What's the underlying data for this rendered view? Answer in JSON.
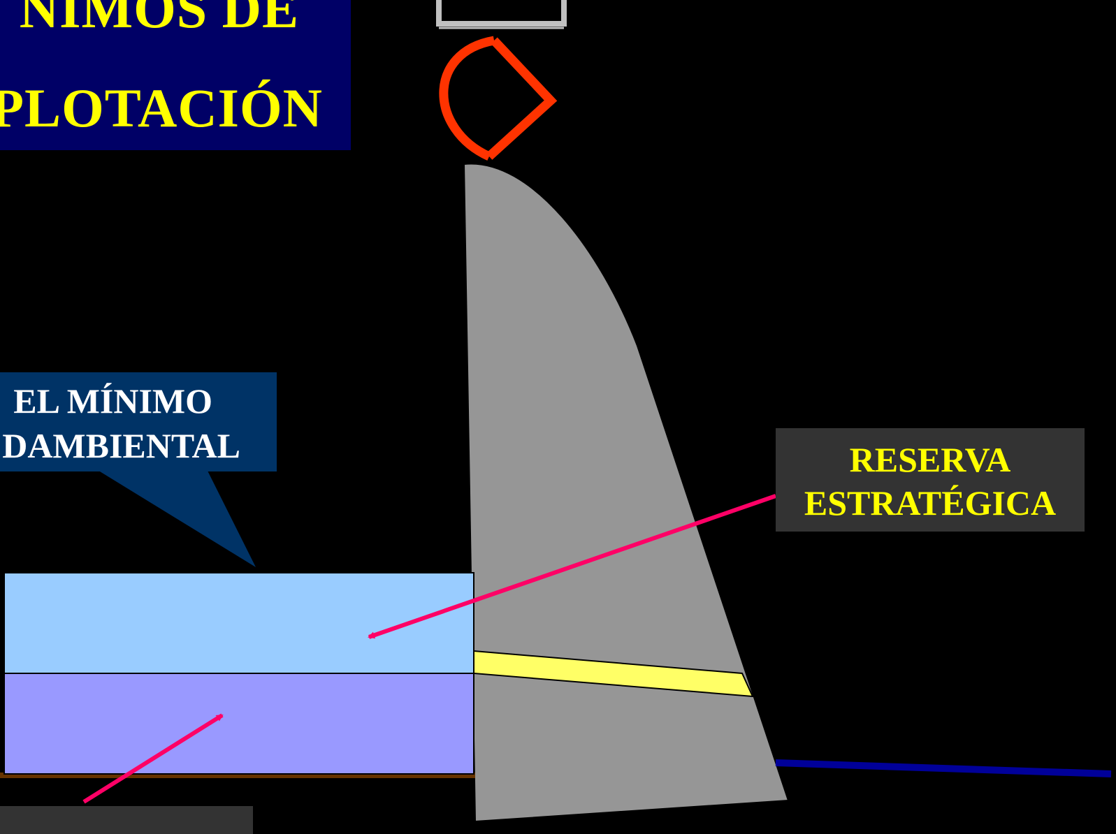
{
  "title": {
    "line1": "NIMOS  DE",
    "line2": "PLOTACIÓN"
  },
  "callout": {
    "line1": "EL   MÍNIMO",
    "line2": "DAMBIENTAL"
  },
  "reserve_label": {
    "line1": "RESERVA",
    "line2": "ESTRATÉGICA"
  },
  "colors": {
    "background": "#000000",
    "title_box": "#000066",
    "title_text": "#ffff00",
    "callout_box": "#003366",
    "callout_text": "#ffffff",
    "label_box": "#333333",
    "label_text": "#ffff00",
    "dam": "#969696",
    "water_upper": "#99ccff",
    "water_lower": "#9999ff",
    "outlet_pipe": "#ffff66",
    "arrows": "#ff0066",
    "gate_symbol": "#ff3300",
    "crest_bracket": "#c0c0c0",
    "river_line": "#000099",
    "reservoir_floor": "#663300"
  },
  "icons": {
    "gate": "spillway-gate-icon",
    "crest": "crest-bracket-icon"
  }
}
